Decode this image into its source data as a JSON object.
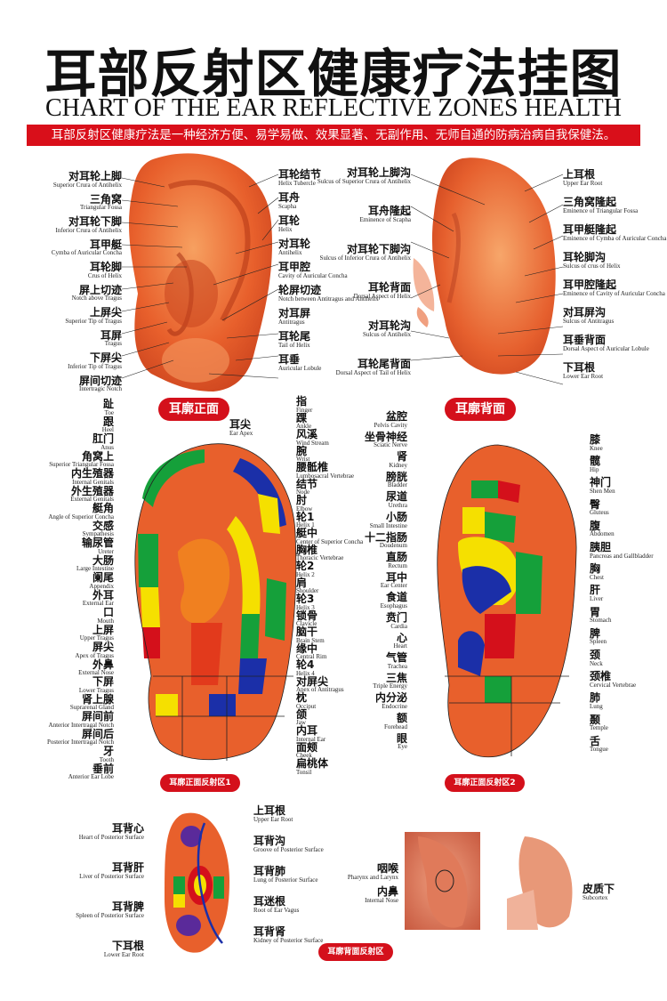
{
  "title_zh": "耳部反射区健康疗法挂图",
  "title_en": "CHART OF THE EAR REFLECTIVE ZONES HEALTH THERAPY",
  "subtitle": "耳部反射区健康疗法是一种经济方便、易学易做、效果显著、无副作用、无师自通的防病治病自我保健法。",
  "front": {
    "badge": "耳廓正面",
    "left": [
      {
        "zh": "对耳轮上脚",
        "en": "Superior Crura of Antihelix"
      },
      {
        "zh": "三角窝",
        "en": "Triangular Fossa"
      },
      {
        "zh": "对耳轮下脚",
        "en": "Inferior Crura of Antihelix"
      },
      {
        "zh": "耳甲艇",
        "en": "Cymba of Auricular Concha"
      },
      {
        "zh": "耳轮脚",
        "en": "Crus of Helix"
      },
      {
        "zh": "屏上切迹",
        "en": "Notch above Tragus"
      },
      {
        "zh": "上屏尖",
        "en": "Superior Tip of Tragus"
      },
      {
        "zh": "耳屏",
        "en": "Tragus"
      },
      {
        "zh": "下屏尖",
        "en": "Inferior Tip of Tragus"
      },
      {
        "zh": "屏间切迹",
        "en": "Intertragic Notch"
      }
    ],
    "right": [
      {
        "zh": "耳轮结节",
        "en": "Helix Tubercle"
      },
      {
        "zh": "耳舟",
        "en": "Scapha"
      },
      {
        "zh": "耳轮",
        "en": "Helix"
      },
      {
        "zh": "对耳轮",
        "en": "Antihelix"
      },
      {
        "zh": "耳甲腔",
        "en": "Cavity of Auricular Concha"
      },
      {
        "zh": "轮屏切迹",
        "en": "Notch between Antitragus and Antihelix"
      },
      {
        "zh": "对耳屏",
        "en": "Antitragus"
      },
      {
        "zh": "耳轮尾",
        "en": "Tail of Helix"
      },
      {
        "zh": "耳垂",
        "en": "Auricular Lobule"
      }
    ]
  },
  "back": {
    "badge": "耳廓背面",
    "left": [
      {
        "zh": "对耳轮上脚沟",
        "en": "Sulcus of Superior Crura of Antihelix"
      },
      {
        "zh": "耳舟隆起",
        "en": "Eminence of Scapha"
      },
      {
        "zh": "对耳轮下脚沟",
        "en": "Sulcus of Inferior Crura of Antihelix"
      },
      {
        "zh": "耳轮背面",
        "en": "Dorsal Aspect of Helix"
      },
      {
        "zh": "对耳轮沟",
        "en": "Sulcus of Antihelix"
      },
      {
        "zh": "耳轮尾背面",
        "en": "Dorsal Aspect of Tail of Helix"
      }
    ],
    "right": [
      {
        "zh": "上耳根",
        "en": "Upper Ear Root"
      },
      {
        "zh": "三角窝隆起",
        "en": "Eminence of Triangular Fossa"
      },
      {
        "zh": "耳甲艇隆起",
        "en": "Eminence of Cymba of Auricular Concha"
      },
      {
        "zh": "耳轮脚沟",
        "en": "Sulcus of crus of Helix"
      },
      {
        "zh": "耳甲腔隆起",
        "en": "Eminence of Cavity of Auricular Concha"
      },
      {
        "zh": "对耳屏沟",
        "en": "Sulcus of Antitragus"
      },
      {
        "zh": "耳垂背面",
        "en": "Dorsal Aspect of Auricular Lobule"
      },
      {
        "zh": "下耳根",
        "en": "Lower Ear Root"
      }
    ]
  },
  "zone1": {
    "badge": "耳廓正面反射区1",
    "apex": {
      "zh": "耳尖",
      "en": "Ear Apex"
    },
    "left": [
      {
        "zh": "趾",
        "en": "Toe"
      },
      {
        "zh": "跟",
        "en": "Heel"
      },
      {
        "zh": "肛门",
        "en": "Anus"
      },
      {
        "zh": "角窝上",
        "en": "Superior Triangular Fossa"
      },
      {
        "zh": "内生殖器",
        "en": "Internal Genitals"
      },
      {
        "zh": "外生殖器",
        "en": "External Genitals"
      },
      {
        "zh": "艇角",
        "en": "Angle of Superior Concha"
      },
      {
        "zh": "交感",
        "en": "Sympathesis"
      },
      {
        "zh": "输尿管",
        "en": "Ureter"
      },
      {
        "zh": "大肠",
        "en": "Large Intestine"
      },
      {
        "zh": "阑尾",
        "en": "Appendix"
      },
      {
        "zh": "外耳",
        "en": "External Ear"
      },
      {
        "zh": "口",
        "en": "Mouth"
      },
      {
        "zh": "上屏",
        "en": "Upper Tragus"
      },
      {
        "zh": "屏尖",
        "en": "Apex of Tragus"
      },
      {
        "zh": "外鼻",
        "en": "External Nose"
      },
      {
        "zh": "下屏",
        "en": "Lower Tragus"
      },
      {
        "zh": "肾上腺",
        "en": "Suprarenal Gland"
      },
      {
        "zh": "屏间前",
        "en": "Anterior Intertragal Notch"
      },
      {
        "zh": "屏间后",
        "en": "Posterior Intertragal Notch"
      },
      {
        "zh": "牙",
        "en": "Tooth"
      },
      {
        "zh": "垂前",
        "en": "Anterior Ear Lobe"
      }
    ],
    "right": [
      {
        "zh": "指",
        "en": "Finger"
      },
      {
        "zh": "踝",
        "en": "Ankle"
      },
      {
        "zh": "风溪",
        "en": "Wind Stream"
      },
      {
        "zh": "腕",
        "en": "Wrist"
      },
      {
        "zh": "腰骶椎",
        "en": "Lumbosacral Vertebrae"
      },
      {
        "zh": "结节",
        "en": "Node"
      },
      {
        "zh": "肘",
        "en": "Elbow"
      },
      {
        "zh": "轮1",
        "en": "Helix 1"
      },
      {
        "zh": "艇中",
        "en": "Center of Superior Concha"
      },
      {
        "zh": "胸椎",
        "en": "Thoracic Vertebrae"
      },
      {
        "zh": "轮2",
        "en": "Helix 2"
      },
      {
        "zh": "肩",
        "en": "Shoulder"
      },
      {
        "zh": "轮3",
        "en": "Helix 3"
      },
      {
        "zh": "锁骨",
        "en": "Clavicle"
      },
      {
        "zh": "脑干",
        "en": "Brain Stem"
      },
      {
        "zh": "缘中",
        "en": "Central Rim"
      },
      {
        "zh": "轮4",
        "en": "Helix 4"
      },
      {
        "zh": "对屏尖",
        "en": "Apex of Antitragus"
      },
      {
        "zh": "枕",
        "en": "Occiput"
      },
      {
        "zh": "颌",
        "en": "Jaw"
      },
      {
        "zh": "内耳",
        "en": "Internal Ear"
      },
      {
        "zh": "面颊",
        "en": "Cheek"
      },
      {
        "zh": "扁桃体",
        "en": "Tonsil"
      }
    ]
  },
  "zone2": {
    "badge": "耳廓正面反射区2",
    "left": [
      {
        "zh": "盆腔",
        "en": "Pelvis Cavity"
      },
      {
        "zh": "坐骨神经",
        "en": "Sciatic Nerve"
      },
      {
        "zh": "肾",
        "en": "Kidney"
      },
      {
        "zh": "膀胱",
        "en": "Bladder"
      },
      {
        "zh": "尿道",
        "en": "Urethra"
      },
      {
        "zh": "小肠",
        "en": "Small Intestine"
      },
      {
        "zh": "十二指肠",
        "en": "Doudenum"
      },
      {
        "zh": "直肠",
        "en": "Rectum"
      },
      {
        "zh": "耳中",
        "en": "Ear Center"
      },
      {
        "zh": "食道",
        "en": "Esophagus"
      },
      {
        "zh": "贲门",
        "en": "Cardia"
      },
      {
        "zh": "心",
        "en": "Heart"
      },
      {
        "zh": "气管",
        "en": "Trachea"
      },
      {
        "zh": "三焦",
        "en": "Triple Energy"
      },
      {
        "zh": "内分泌",
        "en": "Endocrine"
      },
      {
        "zh": "额",
        "en": "Forehead"
      },
      {
        "zh": "眼",
        "en": "Eye"
      }
    ],
    "right": [
      {
        "zh": "膝",
        "en": "Knee"
      },
      {
        "zh": "髋",
        "en": "Hip"
      },
      {
        "zh": "神门",
        "en": "Shen Men"
      },
      {
        "zh": "臀",
        "en": "Gluteus"
      },
      {
        "zh": "腹",
        "en": "Abdomen"
      },
      {
        "zh": "胰胆",
        "en": "Pancreas and Gallbladder"
      },
      {
        "zh": "胸",
        "en": "Chest"
      },
      {
        "zh": "肝",
        "en": "Liver"
      },
      {
        "zh": "胃",
        "en": "Stomach"
      },
      {
        "zh": "脾",
        "en": "Spleen"
      },
      {
        "zh": "颈",
        "en": "Neck"
      },
      {
        "zh": "颈椎",
        "en": "Cervical Vertebrae"
      },
      {
        "zh": "肺",
        "en": "Lung"
      },
      {
        "zh": "颞",
        "en": "Temple"
      },
      {
        "zh": "舌",
        "en": "Tongue"
      }
    ]
  },
  "zone3": {
    "badge": "耳廓背面反射区",
    "left": [
      {
        "zh": "耳背心",
        "en": "Heart of Posterior Surface"
      },
      {
        "zh": "耳背肝",
        "en": "Liver of Posterior Surface"
      },
      {
        "zh": "耳背脾",
        "en": "Spleen of Posterior Surface"
      },
      {
        "zh": "下耳根",
        "en": "Lower Ear Root"
      }
    ],
    "right": [
      {
        "zh": "上耳根",
        "en": "Upper Ear Root"
      },
      {
        "zh": "耳背沟",
        "en": "Groove of Posterior Surface"
      },
      {
        "zh": "耳背肺",
        "en": "Lung of Posterior Surface"
      },
      {
        "zh": "耳迷根",
        "en": "Root of Ear Vagus"
      },
      {
        "zh": "耳背肾",
        "en": "Kidney of Posterior Surface"
      }
    ]
  },
  "photos": {
    "labels": [
      {
        "zh": "咽喉",
        "en": "Pharynx and Larynx"
      },
      {
        "zh": "内鼻",
        "en": "Internal Nose"
      },
      {
        "zh": "皮质下",
        "en": "Subcortex"
      }
    ]
  },
  "colors": {
    "skin": "#e8602c",
    "skin_light": "#f59a5a",
    "red": "#d4101b",
    "zone_red": "#e23a1c",
    "zone_green": "#15a03a",
    "zone_yellow": "#f5e000",
    "zone_blue": "#1b2fa8",
    "zone_orange": "#f08020"
  }
}
